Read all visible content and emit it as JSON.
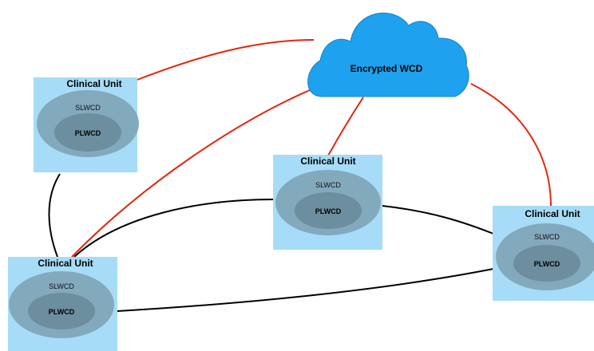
{
  "cloud": {
    "label": "Encrypted WCD"
  },
  "units": [
    {
      "id": "top-left",
      "title": "Clinical Unit",
      "outer_label": "SLWCD",
      "inner_label": "PLWCD"
    },
    {
      "id": "center",
      "title": "Clinical Unit",
      "outer_label": "SLWCD",
      "inner_label": "PLWCD"
    },
    {
      "id": "right",
      "title": "Clinical Unit",
      "outer_label": "SLWCD",
      "inner_label": "PLWCD"
    },
    {
      "id": "bottom-left",
      "title": "Clinical Unit",
      "outer_label": "SLWCD",
      "inner_label": "PLWCD"
    }
  ],
  "colors": {
    "cloud_fill": "#1ea2ef",
    "unit_box": "#a6dcf7",
    "outer_ellipse": "#83a9bd",
    "inner_ellipse": "#6c8e9e",
    "cloud_link": "#e02810",
    "peer_link": "#000000"
  }
}
